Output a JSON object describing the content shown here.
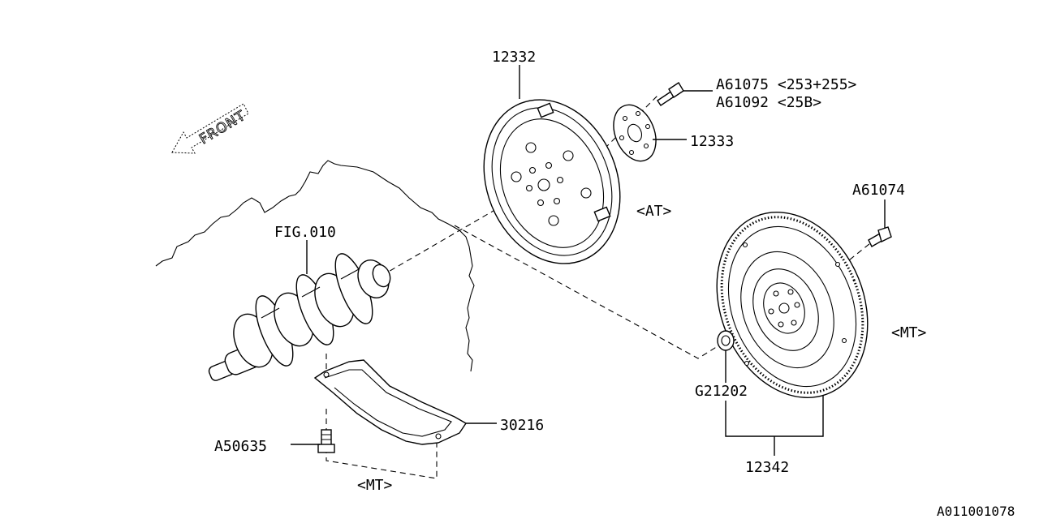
{
  "labels": {
    "flex_plate": "12332",
    "bolt_at_1": "A61075 <253+255>",
    "bolt_at_2": "A61092 <25B>",
    "reinforcement_plate": "12333",
    "at_note": "<AT>",
    "bolt_mt": "A61074",
    "crankshaft_ref": "FIG.010",
    "mt_note_flywheel": "<MT>",
    "pilot_bearing": "G21202",
    "plate_30216": "30216",
    "bolt_a50635": "A50635",
    "flywheel_assy": "12342",
    "mt_note_bottom": "<MT>",
    "front": "FRONT",
    "diagram_code": "A011001078"
  }
}
